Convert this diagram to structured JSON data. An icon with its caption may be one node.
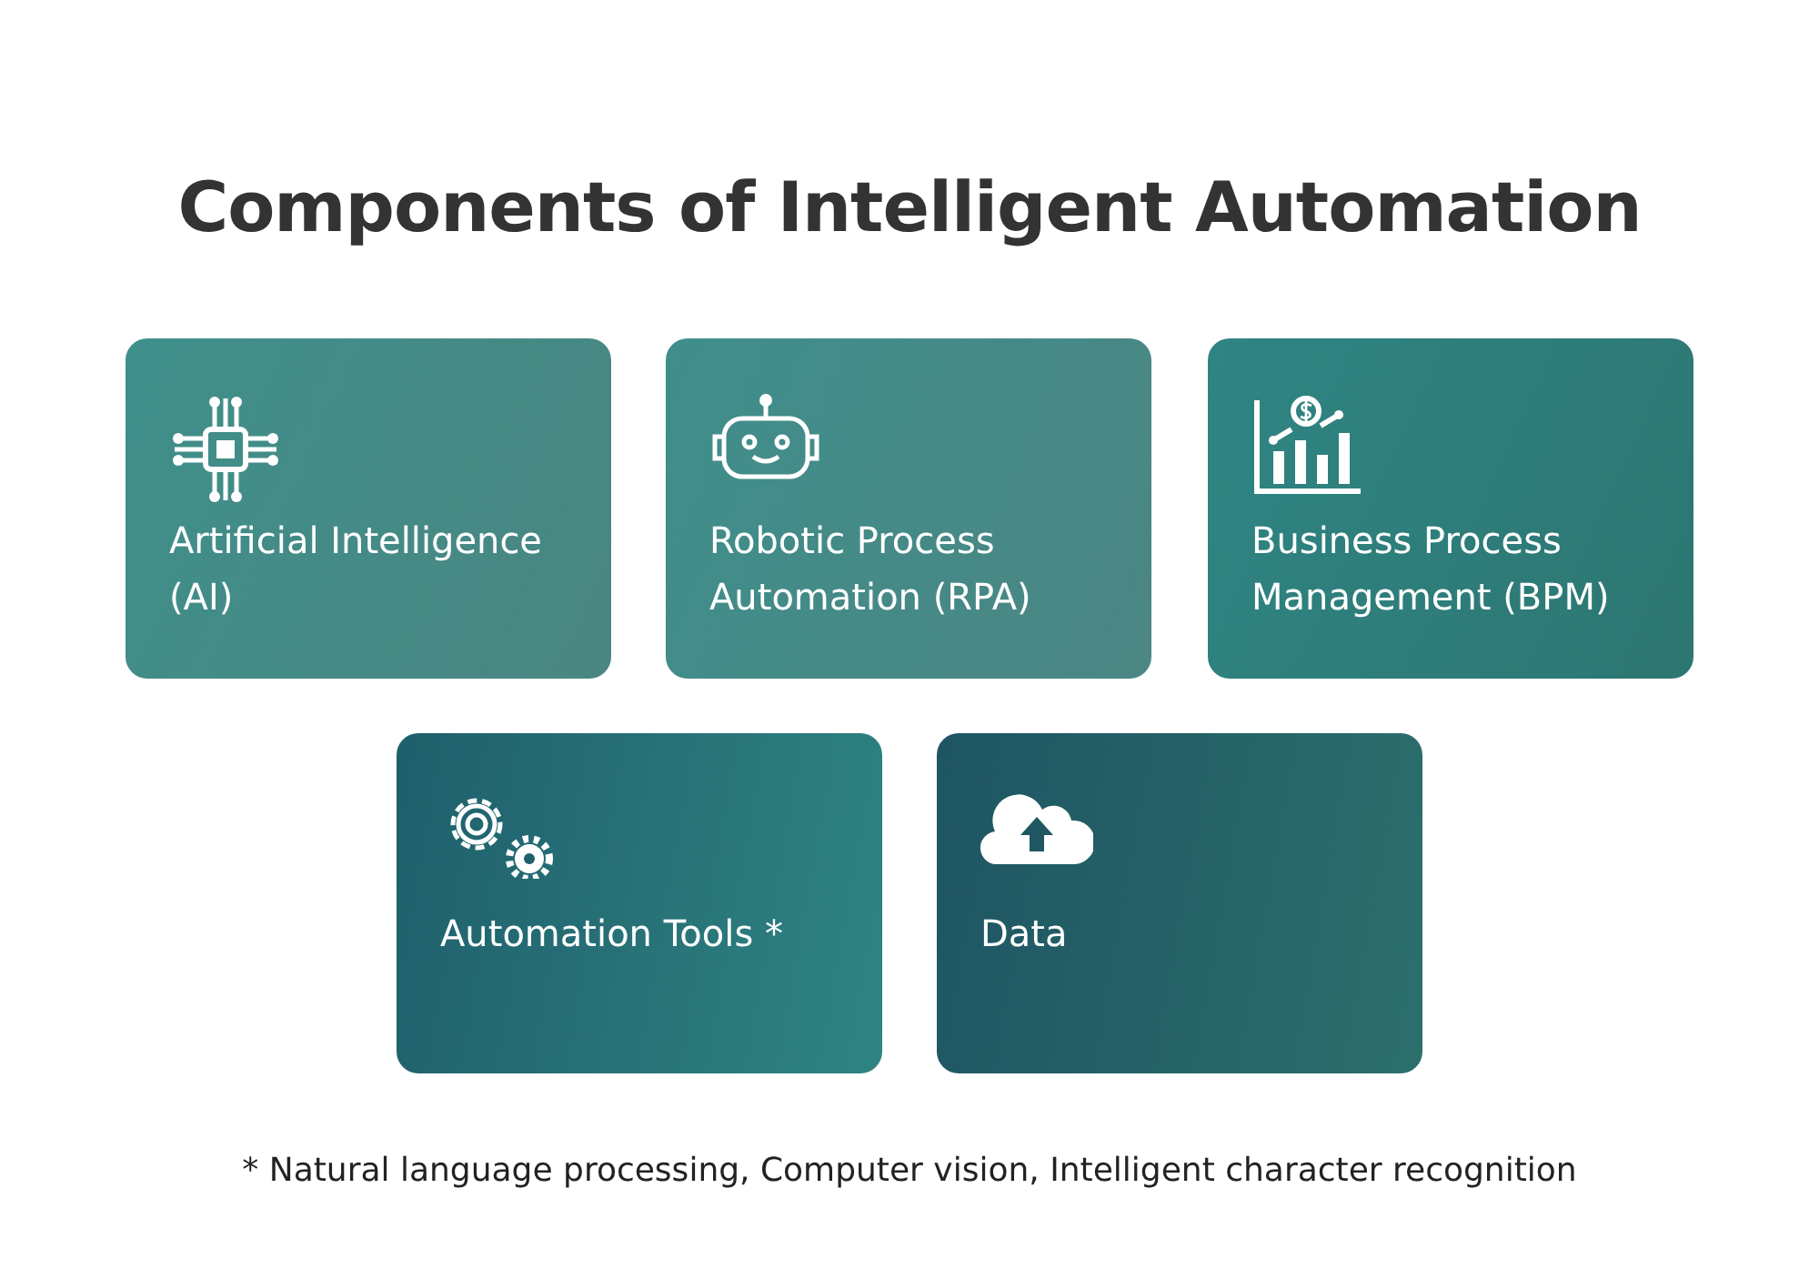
{
  "diagram": {
    "title": "Components of Intelligent Automation",
    "nodes": [
      {
        "text": [
          "Artificial Intelligence (AI)"
        ]
      },
      {
        "text": [
          "Robotic Process Automation (RPA)"
        ]
      },
      {
        "text": [
          "Business Process Management (BPM)"
        ]
      },
      {
        "text": [
          "Automation Tools *"
        ]
      },
      {
        "text": [
          "Data"
        ]
      }
    ],
    "labels": [
      "* Natural language processing, Computer vision, Intelligent character recognition"
    ]
  }
}
